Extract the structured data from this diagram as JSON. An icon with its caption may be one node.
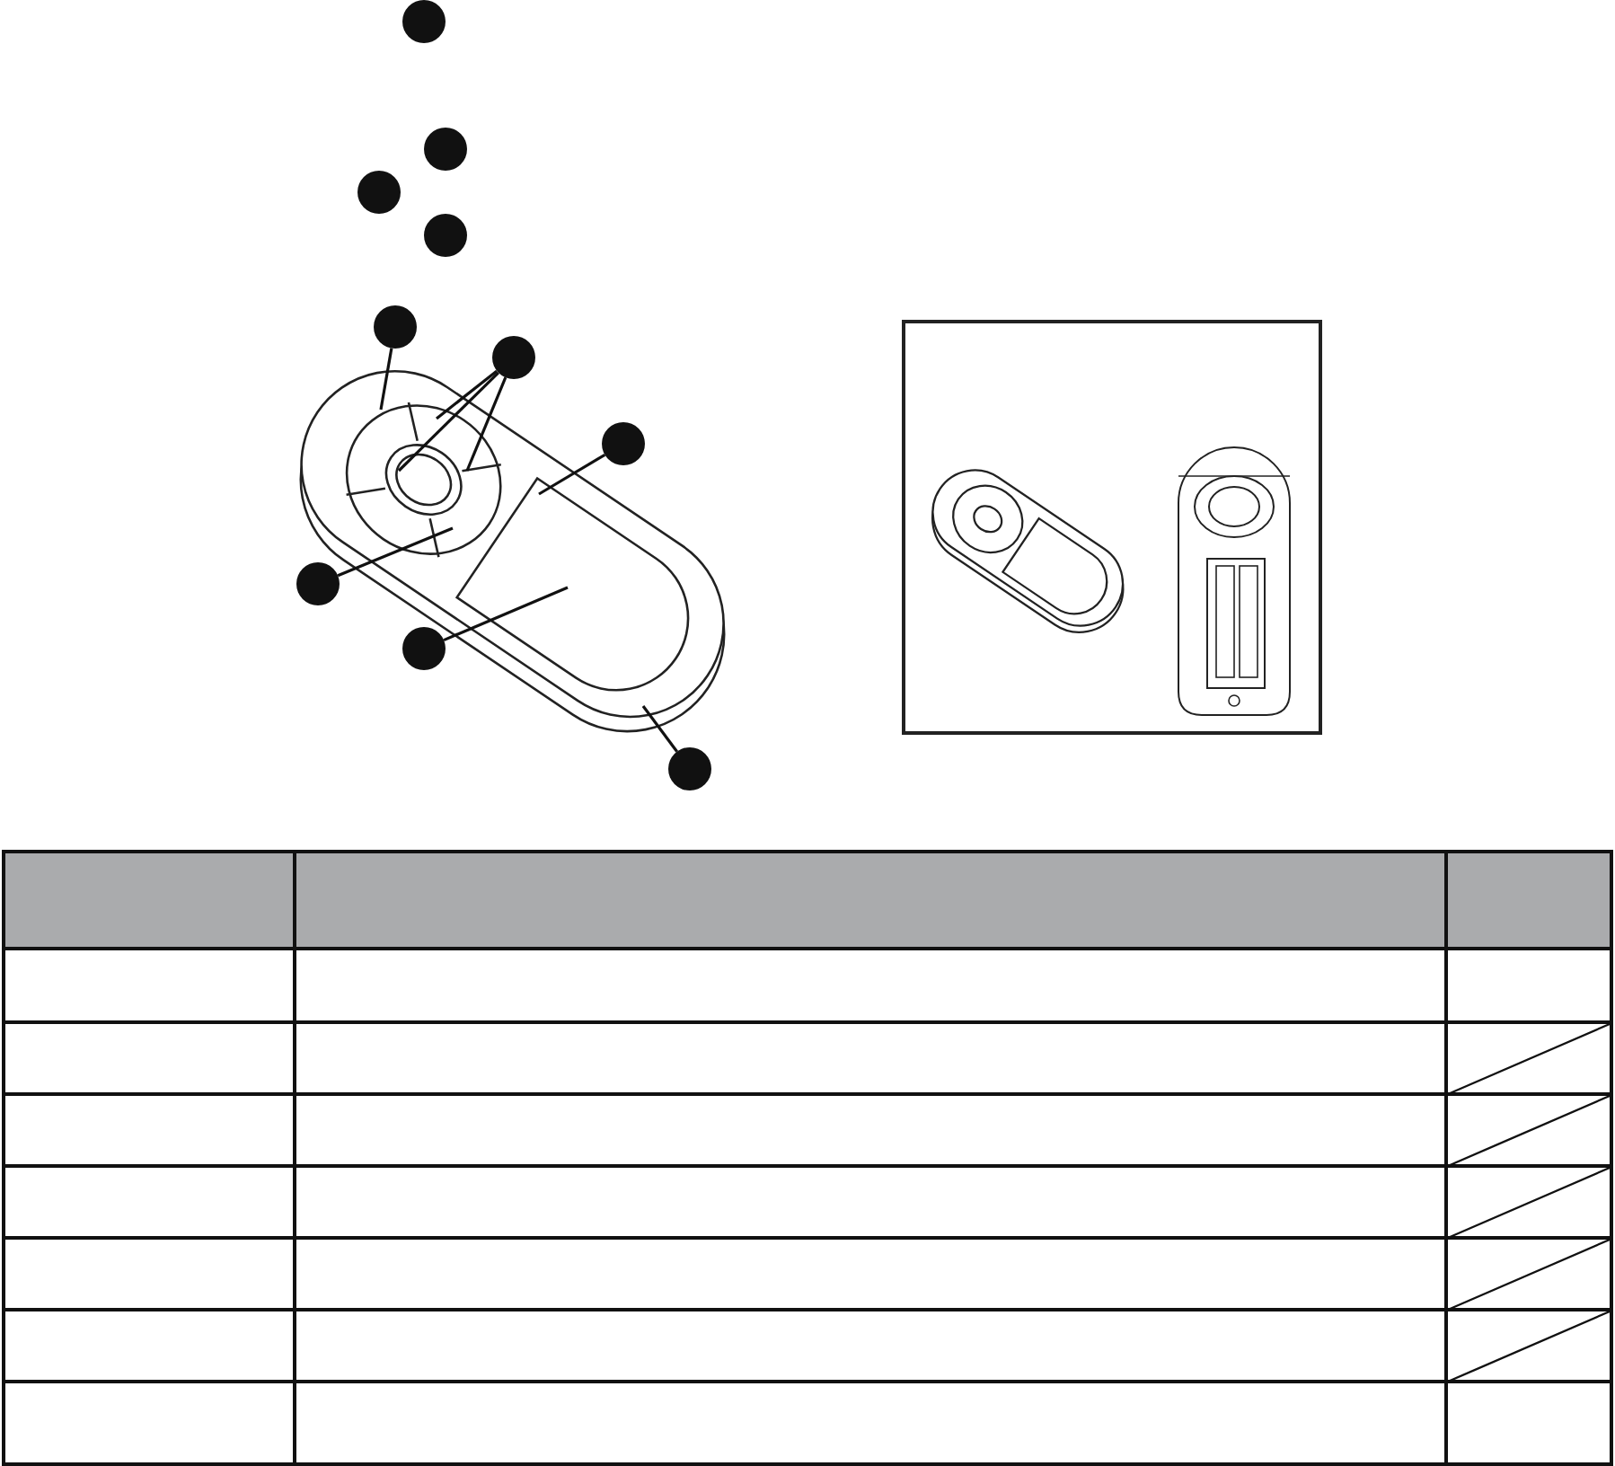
{
  "diagram": {
    "nodes": [
      {
        "text": [],
        "shape": "circle"
      },
      {
        "text": [],
        "shape": "circle"
      },
      {
        "text": [],
        "shape": "circle"
      },
      {
        "text": [],
        "shape": "circle"
      },
      {
        "text": [],
        "shape": "circle"
      },
      {
        "text": [],
        "shape": "circle"
      },
      {
        "text": [],
        "shape": "circle"
      },
      {
        "text": [],
        "shape": "circle"
      },
      {
        "text": [],
        "shape": "circle"
      },
      {
        "text": [],
        "shape": "circle"
      }
    ],
    "edges": [
      {
        "from": 4,
        "to": null,
        "arrow": "none"
      },
      {
        "from": 5,
        "to": null,
        "arrow": "none"
      },
      {
        "from": 5,
        "to": null,
        "arrow": "none"
      },
      {
        "from": 5,
        "to": null,
        "arrow": "none"
      },
      {
        "from": 6,
        "to": null,
        "arrow": "none"
      },
      {
        "from": 7,
        "to": null,
        "arrow": "none"
      },
      {
        "from": 8,
        "to": null,
        "arrow": "none"
      },
      {
        "from": 9,
        "to": null,
        "arrow": "none"
      }
    ]
  }
}
